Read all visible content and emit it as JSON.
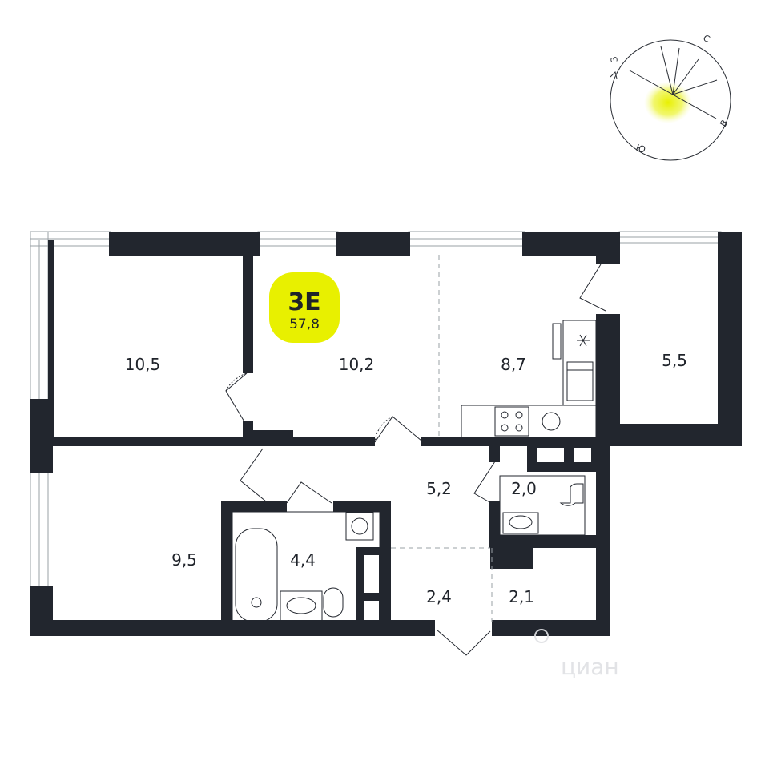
{
  "plan": {
    "apartment_code": "3E",
    "total_area": "57,8",
    "rooms": [
      {
        "id": "bedroom-left",
        "area": "10,5"
      },
      {
        "id": "bedroom-middle",
        "area": "10,2"
      },
      {
        "id": "kitchen",
        "area": "8,7"
      },
      {
        "id": "loggia",
        "area": "5,5"
      },
      {
        "id": "hall",
        "area": "5,2"
      },
      {
        "id": "wc",
        "area": "2,0"
      },
      {
        "id": "bedroom-lower",
        "area": "9,5"
      },
      {
        "id": "bathroom",
        "area": "4,4"
      },
      {
        "id": "entry",
        "area": "2,4"
      },
      {
        "id": "storage",
        "area": "2,1"
      }
    ]
  },
  "compass": {
    "north": "С",
    "east": "В",
    "south": "Ю",
    "west": "З",
    "sun_color": "#e8f000"
  },
  "badge_color": "#e8f000",
  "wall_color": "#22262e",
  "watermark": "циан"
}
